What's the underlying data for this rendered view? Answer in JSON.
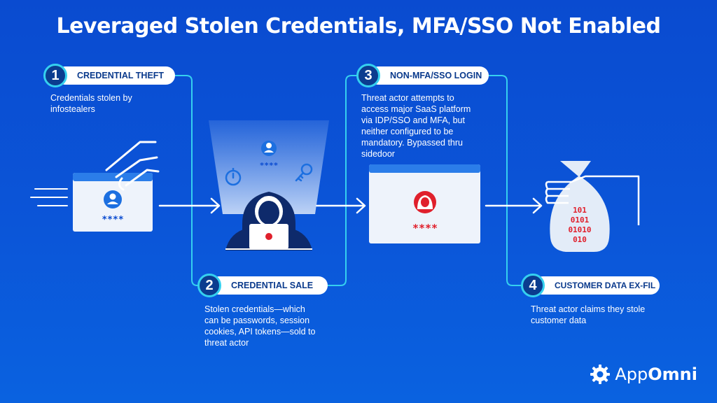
{
  "title": "Leveraged Stolen Credentials, MFA/SSO Not Enabled",
  "steps": [
    {
      "number": "1",
      "label": "CREDENTIAL THEFT",
      "description": [
        "Credentials stolen by",
        "infostealers"
      ]
    },
    {
      "number": "2",
      "label": "CREDENTIAL SALE",
      "description": [
        "Stolen credentials—which",
        "can be passwords, session",
        "cookies, API tokens—sold to",
        "threat actor"
      ]
    },
    {
      "number": "3",
      "label": "NON-MFA/SSO LOGIN",
      "description": [
        "Threat actor attempts to",
        "access major SaaS platform",
        "via IDP/SSO and MFA, but",
        "neither configured to be",
        "mandatory. Bypassed thru",
        "sidedoor"
      ]
    },
    {
      "number": "4",
      "label": "CUSTOMER DATA EX-FIL",
      "description": [
        "Threat actor claims they stole",
        "customer data"
      ]
    }
  ],
  "illustrations": {
    "password_mask": "****",
    "data_bits": [
      "101",
      "0101",
      "01010",
      "010"
    ]
  },
  "logo": {
    "part1": "App",
    "part2": "Omni"
  },
  "colors": {
    "background": "#0a4bd0",
    "accent": "#35d0ef",
    "alert": "#e0202c",
    "pill_text": "#0a3a8c"
  }
}
